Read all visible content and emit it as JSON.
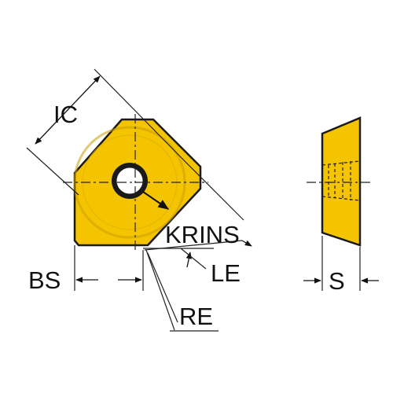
{
  "labels": {
    "ic": "IC",
    "krins": "KRINS",
    "le": "LE",
    "bs": "BS",
    "re": "RE",
    "s": "S"
  },
  "colors": {
    "insert_fill": "#F5C400",
    "outline": "#1a1a1a",
    "hole": "#ffffff",
    "line": "#222222"
  }
}
